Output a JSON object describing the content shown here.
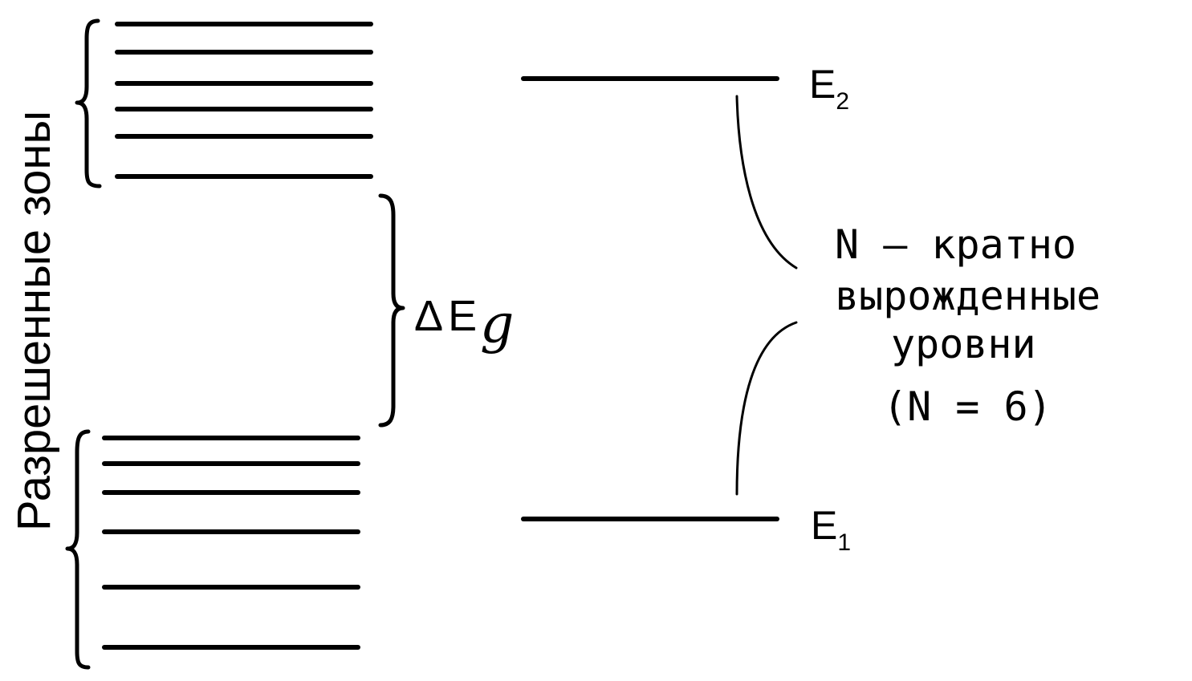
{
  "colors": {
    "ink": "#000000",
    "background": "#ffffff"
  },
  "labels": {
    "allowed_zones": "Разрешенные зоны",
    "gap_delta": "Δ",
    "gap_e": "E",
    "gap_sub": "g",
    "e2_main": "E",
    "e2_sub": "2",
    "e1_main": "E",
    "e1_sub": "1",
    "degenerate_line1": "N – кратно",
    "degenerate_line2": "вырожденные",
    "degenerate_line3": "уровни",
    "degenerate_line4": "(N = 6)"
  }
}
